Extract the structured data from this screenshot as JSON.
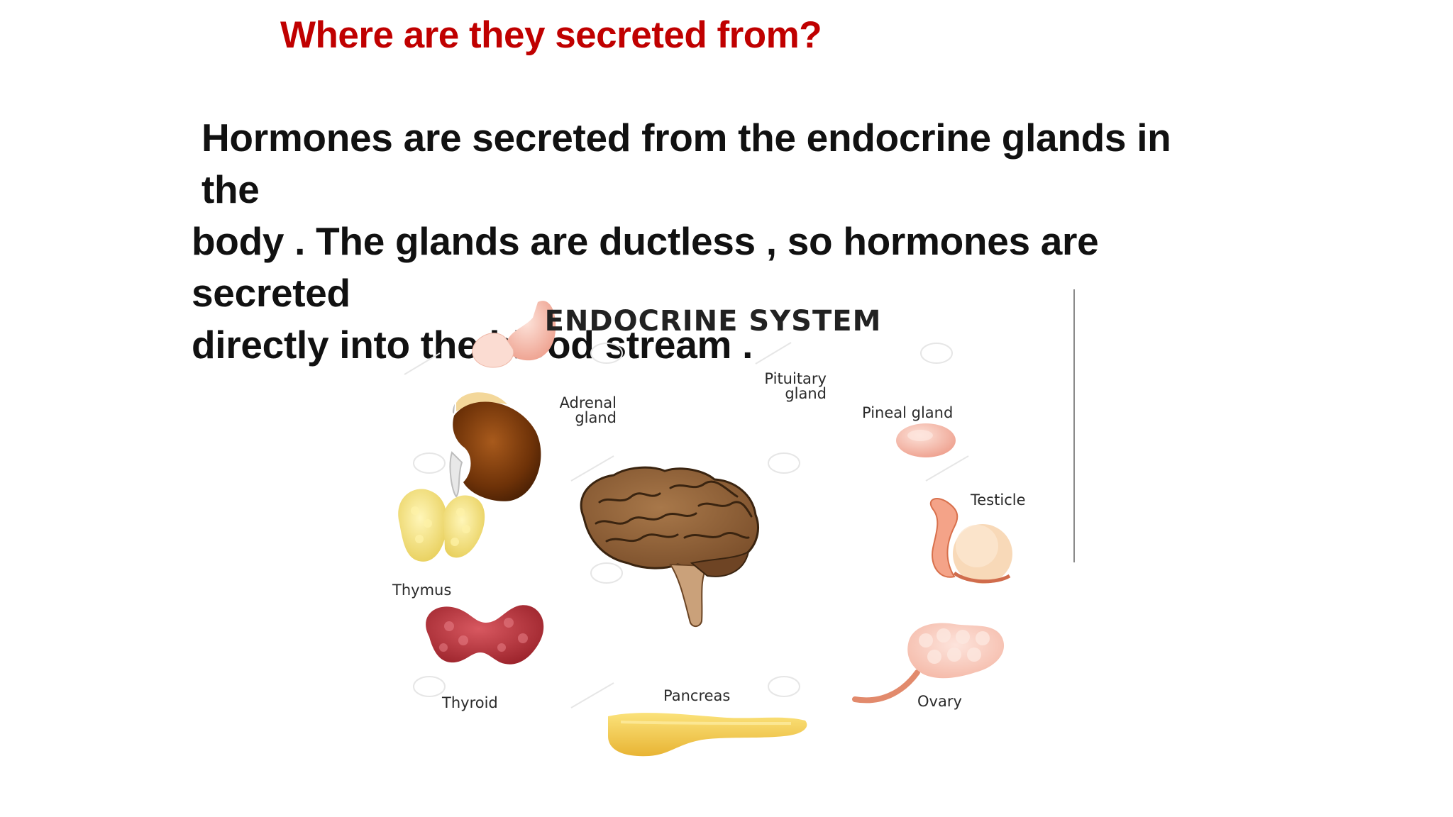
{
  "title": "Where are they secreted from?",
  "body": {
    "line1": "Hormones are secreted from the endocrine glands in the",
    "line2": "body . The glands are ductless , so hormones are secreted",
    "line3": "directly into the blood stream ."
  },
  "figure": {
    "title": "ENDOCRINE SYSTEM",
    "labels": {
      "adrenal": "Adrenal\ngland",
      "pituitary": "Pituitary\ngland",
      "pineal": "Pineal gland",
      "testicle": "Testicle",
      "thymus": "Thymus",
      "thyroid": "Thyroid",
      "pancreas": "Pancreas",
      "ovary": "Ovary"
    }
  },
  "colors": {
    "title": "#c00000",
    "body_text": "#111111",
    "kidney": "#7a3a0c",
    "brain": "#8a5a32",
    "thyroid": "#b8323a",
    "thymus": "#f2e07a",
    "pancreas": "#f1c64a",
    "gland_pink": "#f5b8a8"
  }
}
